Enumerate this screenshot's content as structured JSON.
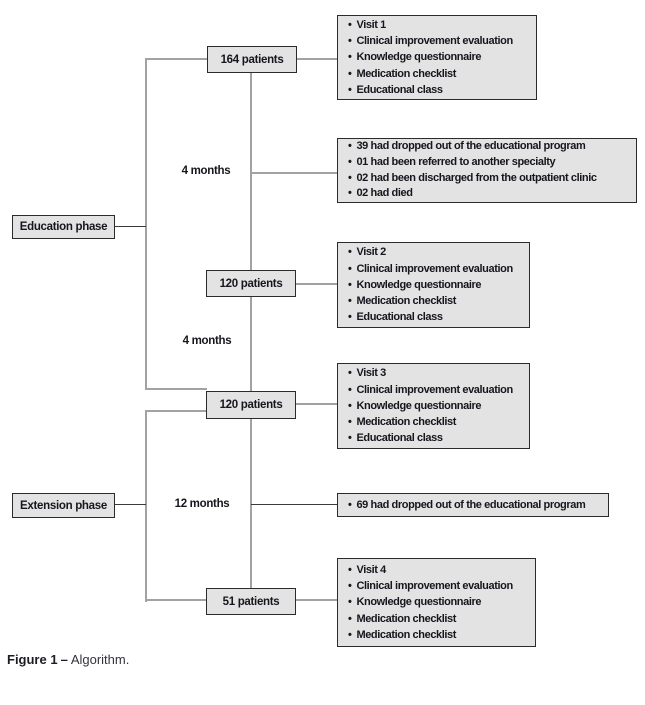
{
  "caption": {
    "label": "Figure 1",
    "dash": "–",
    "text": "Algorithm."
  },
  "glyphs": {
    "bullet": "•"
  },
  "colors": {
    "box_fill": "#e3e3e3",
    "box_border": "#2b2b2b",
    "connector_gray": "#a2a2a2",
    "connector_dark": "#3a3a3a",
    "text": "#16161e"
  },
  "phases": [
    {
      "label": "Education phase"
    },
    {
      "label": "Extension phase"
    }
  ],
  "intervals": [
    {
      "label": "4 months"
    },
    {
      "label": "4 months"
    },
    {
      "label": "12 months"
    }
  ],
  "patient_nodes": [
    {
      "label": "164 patients"
    },
    {
      "label": "120 patients"
    },
    {
      "label": "120 patients"
    },
    {
      "label": "51 patients"
    }
  ],
  "details": {
    "visit1": {
      "items": [
        "Visit 1",
        "Clinical improvement evaluation",
        "Knowledge questionnaire",
        "Medication checklist",
        "Educational class"
      ]
    },
    "dropout1": {
      "items": [
        "39 had dropped out of the educational program",
        "01 had been referred to another specialty",
        "02 had been discharged from the outpatient clinic",
        "02 had died"
      ]
    },
    "visit2": {
      "items": [
        "Visit 2",
        "Clinical improvement evaluation",
        "Knowledge questionnaire",
        "Medication checklist",
        "Educational class"
      ]
    },
    "visit3": {
      "items": [
        "Visit 3",
        "Clinical improvement evaluation",
        "Knowledge questionnaire",
        "Medication checklist",
        "Educational class"
      ]
    },
    "dropout2": {
      "items": [
        "69 had dropped out of the educational program"
      ]
    },
    "visit4": {
      "items": [
        "Visit 4",
        "Clinical improvement evaluation",
        "Knowledge questionnaire",
        "Medication checklist",
        "Medication checklist"
      ]
    }
  }
}
